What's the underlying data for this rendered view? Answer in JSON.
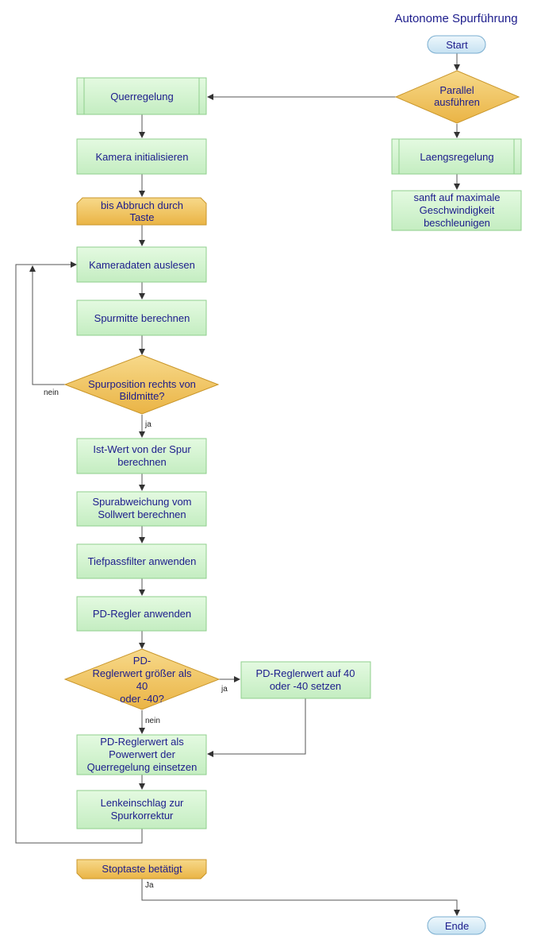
{
  "title": "Autonome Spurführung",
  "colors": {
    "process_fill": "#d8f5d6",
    "process_stroke": "#8fcf8c",
    "decision_fill": "#f2c45a",
    "decision_stroke": "#c9962a",
    "terminal_fill": "#d8ecf7",
    "terminal_stroke": "#7aaed0",
    "text": "#1c1c8c",
    "edge": "#555555"
  },
  "nodes": {
    "start": {
      "lines": [
        "Start"
      ]
    },
    "parallel": {
      "lines": [
        "Parallel",
        "ausführen"
      ]
    },
    "laengsregelung": {
      "lines": [
        "Laengsregelung"
      ]
    },
    "beschleunigen": {
      "lines": [
        "sanft auf maximale",
        "Geschwindigkeit",
        "beschleunigen"
      ]
    },
    "querregelung": {
      "lines": [
        "Querregelung"
      ]
    },
    "kamera_init": {
      "lines": [
        "Kamera initialisieren"
      ]
    },
    "abbruch": {
      "lines": [
        "bis Abbruch durch",
        "Taste"
      ]
    },
    "kameradaten": {
      "lines": [
        "Kameradaten auslesen"
      ]
    },
    "spurmitte": {
      "lines": [
        "Spurmitte berechnen"
      ]
    },
    "spurposition": {
      "lines": [
        "Spurposition rechts von",
        "Bildmitte?"
      ]
    },
    "istwert": {
      "lines": [
        "Ist-Wert von der Spur",
        "berechnen"
      ]
    },
    "spurabweichung": {
      "lines": [
        "Spurabweichung vom",
        "Sollwert berechnen"
      ]
    },
    "tiefpass": {
      "lines": [
        "Tiefpassfilter anwenden"
      ]
    },
    "pdregler": {
      "lines": [
        "PD-Regler anwenden"
      ]
    },
    "pdcheck": {
      "lines": [
        "PD-",
        "Reglerwert größer als",
        "40",
        "oder -40?"
      ]
    },
    "pdsetzen": {
      "lines": [
        "PD-Reglerwert auf 40",
        "oder -40 setzen"
      ]
    },
    "powerwert": {
      "lines": [
        "PD-Reglerwert als",
        "Powerwert der",
        "Querregelung einsetzen"
      ]
    },
    "lenkeinschlag": {
      "lines": [
        "Lenkeinschlag zur",
        "Spurkorrektur"
      ]
    },
    "stoptaste": {
      "lines": [
        "Stoptaste betätigt"
      ]
    },
    "ende": {
      "lines": [
        "Ende"
      ]
    }
  },
  "edge_labels": {
    "spur_nein": "nein",
    "spur_ja": "ja",
    "pd_ja": "ja",
    "pd_nein": "nein",
    "stop_ja": "Ja"
  }
}
